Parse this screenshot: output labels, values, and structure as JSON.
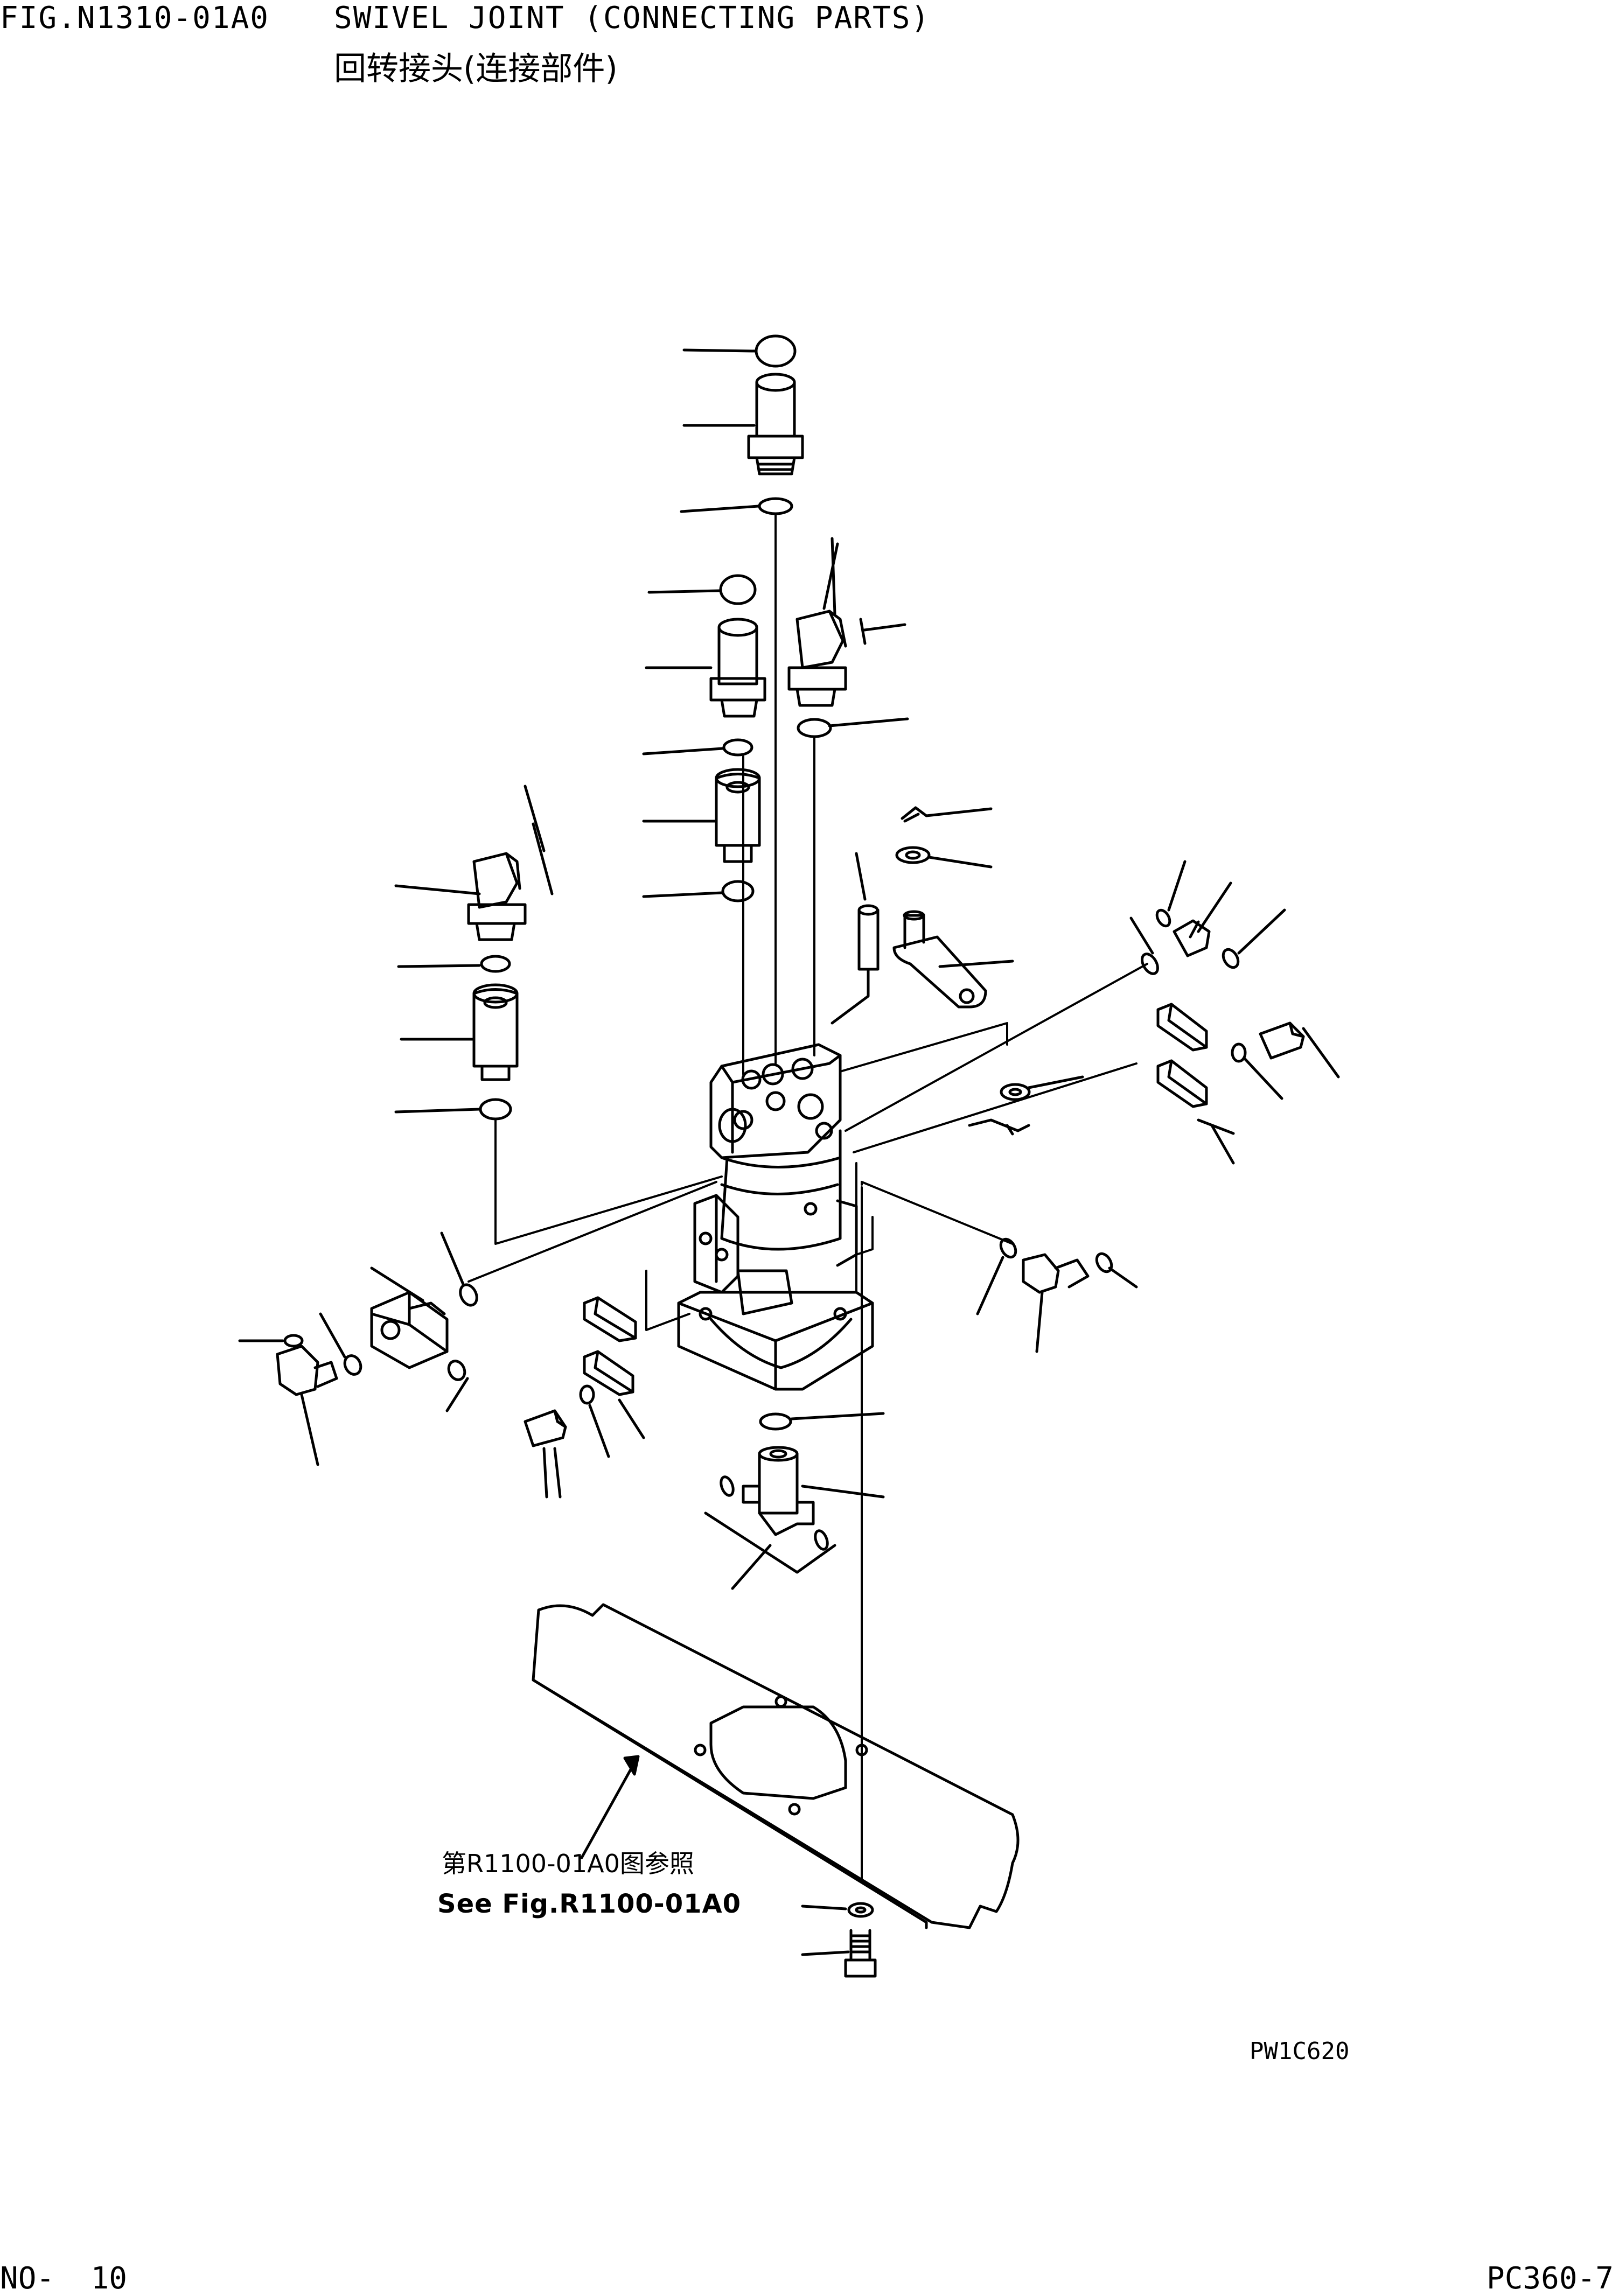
{
  "header": {
    "fig_number": "FIG.N1310-01A0",
    "title_en": "SWIVEL JOINT (CONNECTING PARTS)",
    "title_zh": "回转接头(连接部件)"
  },
  "reference": {
    "text_zh": "第R1100-01A0图参照",
    "text_en": "See Fig.R1100-01A0"
  },
  "drawing_code": "PW1C620",
  "footer": {
    "page_no": "NO-  10",
    "model": "PC360-7"
  }
}
